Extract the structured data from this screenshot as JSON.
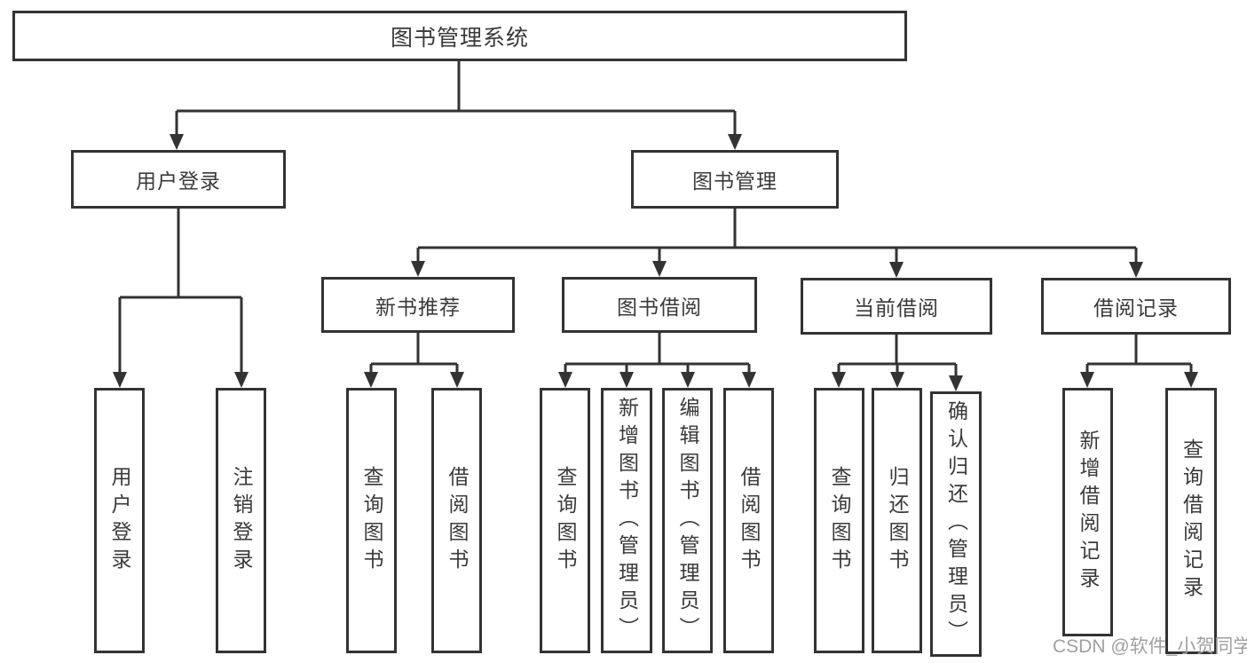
{
  "tree": {
    "root": "图书管理系统",
    "branches": [
      {
        "label": "用户登录",
        "children": [
          {
            "label": "用户登录"
          },
          {
            "label": "注销登录"
          }
        ]
      },
      {
        "label": "图书管理",
        "sections": [
          {
            "label": "新书推荐",
            "children": [
              {
                "label": "查询图书"
              },
              {
                "label": "借阅图书"
              }
            ]
          },
          {
            "label": "图书借阅",
            "children": [
              {
                "label": "查询图书"
              },
              {
                "label": "新增图书（管理员）"
              },
              {
                "label": "编辑图书（管理员）"
              },
              {
                "label": "借阅图书"
              }
            ]
          },
          {
            "label": "当前借阅",
            "children": [
              {
                "label": "查询图书"
              },
              {
                "label": "归还图书"
              },
              {
                "label": "确认归还（管理员）"
              }
            ]
          },
          {
            "label": "借阅记录",
            "children": [
              {
                "label": "新增借阅记录"
              },
              {
                "label": "查询借阅记录"
              }
            ]
          }
        ]
      }
    ]
  },
  "watermark": "CSDN @软件_小贺同学",
  "colors": {
    "line": "#333333",
    "text": "#3a3a3a",
    "box_background": "#ffffff",
    "page_background": "#ffffff",
    "watermark": "#a0a0a0"
  }
}
